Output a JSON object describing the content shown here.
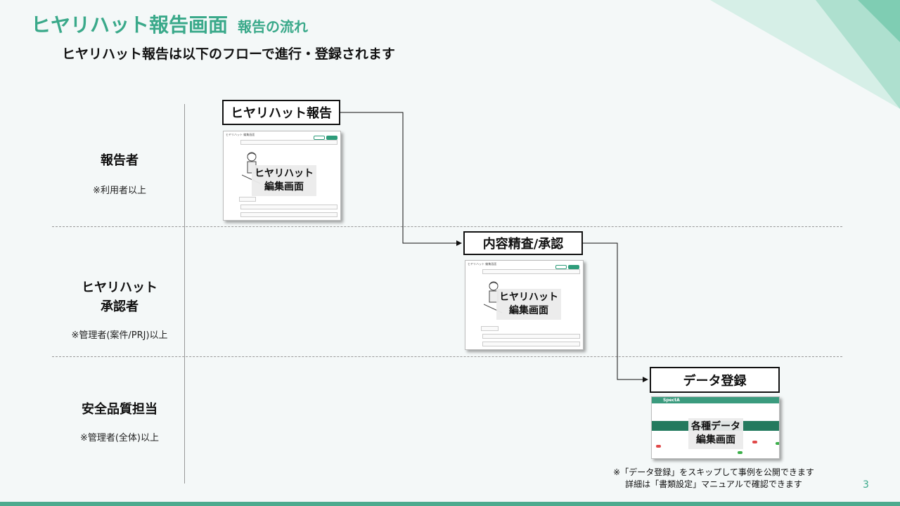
{
  "header": {
    "title": "ヒヤリハット報告画面",
    "subtitle": "報告の流れ",
    "lead": "ヒヤリハット報告は以下のフローで進行・登録されます"
  },
  "roles": [
    {
      "name": "報告者",
      "note": "※利用者以上"
    },
    {
      "name_line1": "ヒヤリハット",
      "name_line2": "承認者",
      "note": "※管理者(案件/PRJ)以上"
    },
    {
      "name": "安全品質担当",
      "note": "※管理者(全体)以上"
    }
  ],
  "steps": [
    {
      "label": "ヒヤリハット報告",
      "thumb_caption_1": "ヒヤリハット",
      "thumb_caption_2": "編集画面",
      "thumb_title": "ヒヤリハット 編集画面"
    },
    {
      "label": "内容精査/承認",
      "thumb_caption_1": "ヒヤリハット",
      "thumb_caption_2": "編集画面",
      "thumb_title": "ヒヤリハット 編集画面"
    },
    {
      "label": "データ登録",
      "thumb_caption_1": "各種データ",
      "thumb_caption_2": "編集画面",
      "thumb_app": "SpectA"
    }
  ],
  "footnote": {
    "line1": "※「データ登録」をスキップして事例を公開できます",
    "line2": "詳細は「書類設定」マニュアルで確認できます"
  },
  "page_number": "3",
  "colors": {
    "accent": "#3aa98a",
    "bottom_bar": "#4daa8e"
  }
}
